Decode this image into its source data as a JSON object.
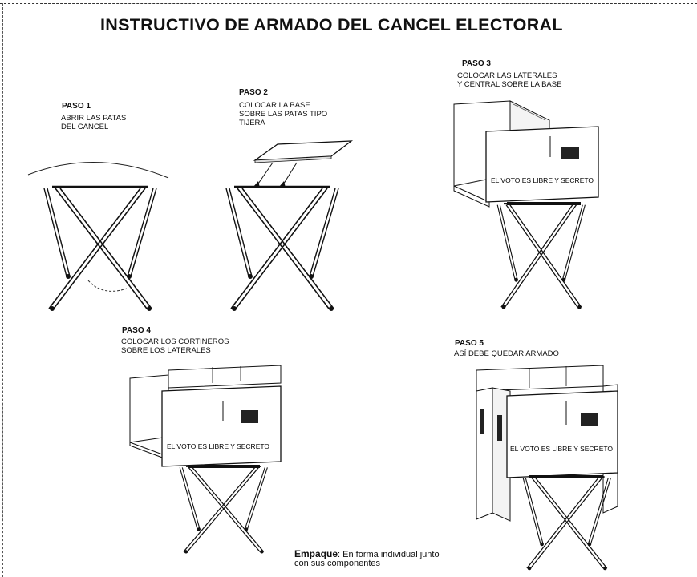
{
  "document": {
    "title": "INSTRUCTIVO DE ARMADO DEL CANCEL ELECTORAL"
  },
  "steps": [
    {
      "title": "PASO 1",
      "lines": [
        "ABRIR LAS PATAS",
        "DEL CANCEL"
      ]
    },
    {
      "title": "PASO 2",
      "lines": [
        "COLOCAR LA BASE",
        "SOBRE LAS PATAS TIPO",
        "TIJERA"
      ]
    },
    {
      "title": "PASO 3",
      "lines": [
        "COLOCAR LAS LATERALES",
        "Y CENTRAL SOBRE LA BASE"
      ]
    },
    {
      "title": "PASO 4",
      "lines": [
        "COLOCAR LOS CORTINEROS",
        "SOBRE LOS LATERALES"
      ]
    },
    {
      "title": "PASO 5",
      "lines": [
        "ASÍ DEBE QUEDAR ARMADO"
      ]
    }
  ],
  "booth_text": "EL VOTO ES LIBRE Y SECRETO",
  "footer": {
    "label": "Empaque",
    "text_line1": ": En forma individual junto",
    "text_line2": "con sus componentes"
  }
}
